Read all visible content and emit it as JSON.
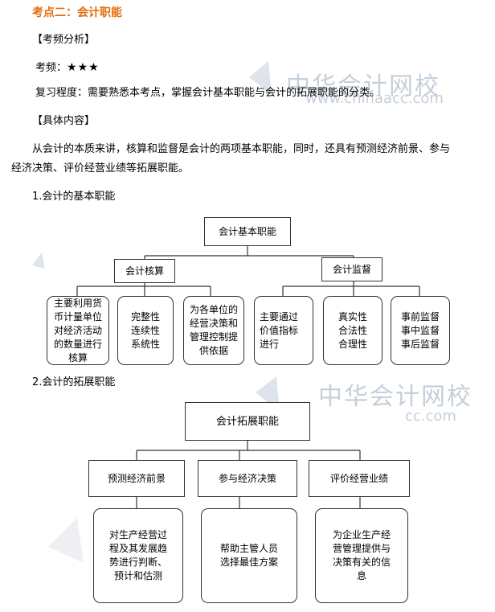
{
  "heading": "考点二：会计职能",
  "analysis_label": "【考频分析】",
  "frequency_label": "考频：",
  "frequency_stars": "★★★",
  "review": "复习程度：需要熟悉本考点，掌握会计基本职能与会计的拓展职能的分类。",
  "content_label": "【具体内容】",
  "intro_line1": "从会计的本质来讲，核算和监督是会计的两项基本职能，同时，还具有预测经济前景、参与",
  "intro_line2": "经济决策、评价经营业绩等拓展职能。",
  "section1_title": "1.会计的基本职能",
  "section2_title": "2.会计的拓展职能",
  "diagram1": {
    "root": "会计基本职能",
    "left": "会计核算",
    "right": "会计监督",
    "leaves": [
      "主要利用货\n币计量单位\n对经济活动\n的数量进行\n核算",
      "完整性\n连续性\n系统性",
      "为各单位的\n经营决策和\n管理控制提\n供依据",
      "主要通过\n价值指标\n进行",
      "真实性\n合法性\n合理性",
      "事前监督\n事中监督\n事后监督"
    ]
  },
  "diagram2": {
    "root": "会计拓展职能",
    "branches": [
      "预测经济前景",
      "参与经济决策",
      "评价经营业绩"
    ],
    "leaves": [
      "对生产经营过\n程及其发展趋\n势进行判断、\n预计和估测",
      "帮助主管人员\n选择最佳方案",
      "为企业生产经\n营管理提供与\n决策有关的信\n息"
    ]
  },
  "watermark": {
    "cn": "中华会计网校",
    "en1": "www.chinaacc.com",
    "en2": "cc.com"
  }
}
